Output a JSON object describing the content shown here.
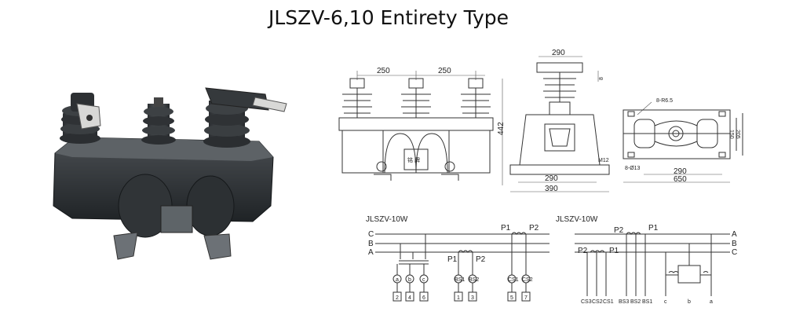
{
  "title": "JLSZV-6,10 Entirety Type",
  "front_view": {
    "dim_left": "250",
    "dim_right": "250",
    "dim_height": "442",
    "plate_text": "铭  牌"
  },
  "side_view": {
    "dim_top": "290",
    "dim_top_small": "8",
    "dim_m12": "M12",
    "dim_bottom_inner": "290",
    "dim_bottom_outer": "390"
  },
  "top_view": {
    "dim_slot": "8-R6.5",
    "dim_hole": "8-Ø13",
    "dim_inner": "290",
    "dim_outer": "650",
    "dim_side_a": "150",
    "dim_side_b": "205"
  },
  "wiring_left": {
    "model": "JLSZV-10W",
    "bus_labels": [
      "C",
      "B",
      "A"
    ],
    "primary_p1": "P1",
    "primary_p2": "P2",
    "secondary_p1": "P1",
    "secondary_p2": "P2",
    "terminals": [
      "a",
      "b",
      "c",
      "BS1",
      "BS2",
      "CS1",
      "CS2"
    ],
    "numbers": [
      "2",
      "4",
      "6",
      "1",
      "3",
      "5",
      "7"
    ]
  },
  "wiring_right": {
    "model": "JLSZV-10W",
    "bus_labels": [
      "A",
      "B",
      "C"
    ],
    "upper_p1": "P1",
    "upper_p2": "P2",
    "lower_p1": "P1",
    "lower_p2": "P2",
    "terminals": [
      "CS3",
      "CS2",
      "CS1",
      "BS3",
      "BS2",
      "BS1",
      "c",
      "b",
      "a"
    ]
  }
}
